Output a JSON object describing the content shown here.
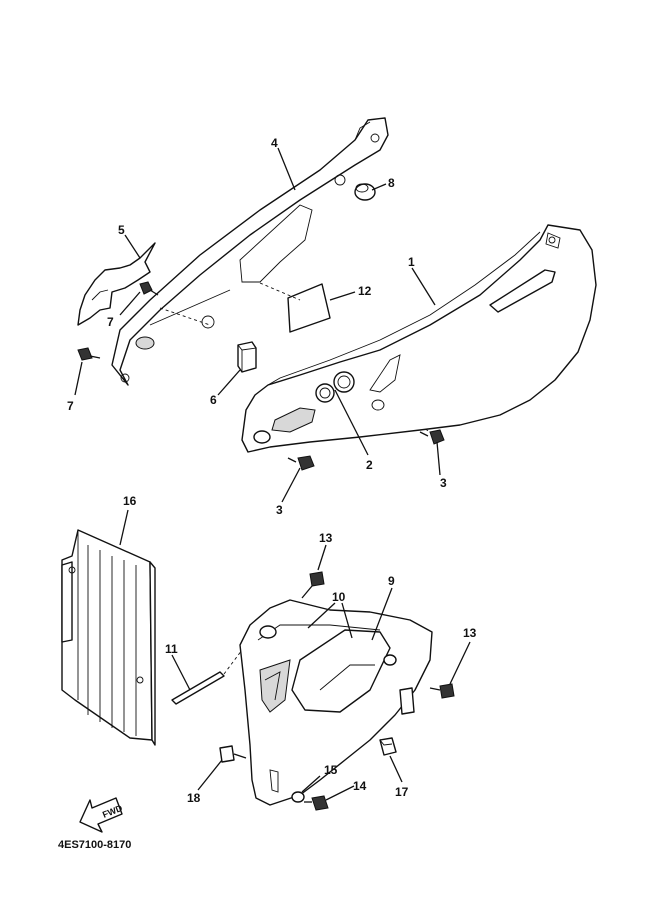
{
  "drawing_number": "4ES7100-8170",
  "fwd_label": "FWD",
  "callouts": [
    "1",
    "2",
    "3",
    "3",
    "4",
    "5",
    "6",
    "7",
    "7",
    "8",
    "9",
    "10",
    "11",
    "12",
    "13",
    "13",
    "14",
    "15",
    "16",
    "17",
    "18"
  ]
}
